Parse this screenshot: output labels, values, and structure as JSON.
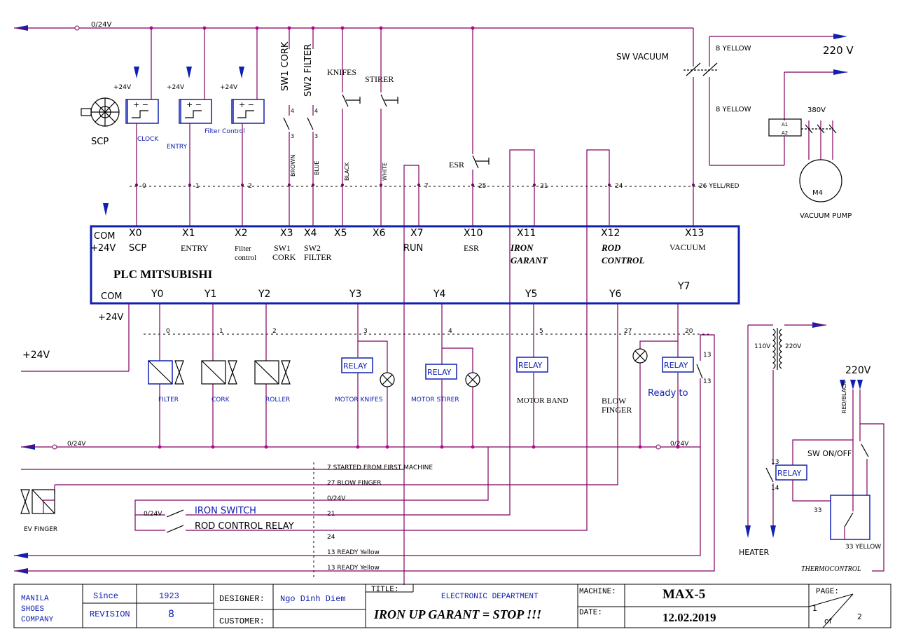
{
  "power": {
    "rail_top": "0/24V",
    "rail_bottom_left": "0/24V",
    "rail_bottom_right": "0/24V",
    "supply_220_top": "220 V",
    "plus24_scp": "+24V",
    "plus24_entry": "+24V",
    "plus24_filter": "+24V",
    "plus24_com_in": "+24V",
    "plus24_com_out": "+24V",
    "plus24_left": "+24V",
    "supply_220_right": "220V"
  },
  "inputs": {
    "scp_label": "SCP",
    "clock_label": "CLOCK",
    "entry_label": "ENTRY",
    "filter_control_label": "Filter Control",
    "sw1": "SW1 CORK",
    "sw2": "SW2 FILTER",
    "knifes": "KNIFES",
    "stirer": "STIRER",
    "esr": "ESR",
    "sw_vacuum": "SW VACUUM",
    "yellow_a": "8  YELLOW",
    "yellow_b": "8  YELLOW",
    "v380": "380V",
    "m4": "M4",
    "vacuum_pump": "VACUUM PUMP",
    "a1": "A1",
    "a2": "A2",
    "pin4a": "4",
    "pin3a": "3",
    "pin4b": "4",
    "pin3b": "3",
    "brown": "BROWN",
    "blue": "BLUE",
    "black": "BLACK",
    "white": "WHITE"
  },
  "terminals_in": [
    "0",
    "1",
    "2",
    "7",
    "25",
    "21",
    "24",
    "26 YELL/RED"
  ],
  "terminals_out": [
    "0",
    "1",
    "2",
    "3",
    "4",
    "5",
    "27",
    "20"
  ],
  "plc": {
    "title": "PLC MITSUBISHI",
    "com_in": "COM",
    "com_out": "COM",
    "in_addr": [
      "X0",
      "X1",
      "X2",
      "X3",
      "X4",
      "X5",
      "X6",
      "X7",
      "X10",
      "X11",
      "X12",
      "X13"
    ],
    "in_desc": {
      "x0": "SCP",
      "x1": "ENTRY",
      "x2a": "Filter",
      "x2b": "control",
      "x3a": "SW1",
      "x3b": "CORK",
      "x4a": "SW2",
      "x4b": "FILTER",
      "x7": "RUN",
      "x10": "ESR",
      "x11a": "IRON",
      "x11b": "GARANT",
      "x12a": "ROD",
      "x12b": "CONTROL",
      "x13": "VACUUM"
    },
    "out_addr": [
      "Y0",
      "Y1",
      "Y2",
      "Y3",
      "Y4",
      "Y5",
      "Y6",
      "Y7"
    ]
  },
  "outputs": {
    "filter": "FILTER",
    "cork": "CORK",
    "roller": "ROLLER",
    "motor_knifes": "MOTOR KNIFES",
    "motor_stirer": "MOTOR STIRER",
    "motor_band": "MOTOR BAND",
    "blow_a": "BLOW",
    "blow_b": "FINGER",
    "ready": "Ready to",
    "relay": "RELAY",
    "n13a": "13",
    "n13b": "13"
  },
  "bottom": {
    "started": "7 STARTED FROM FIRST MACHINE",
    "blow_finger": "27 BLOW FINGER",
    "v0_24": "0/24V",
    "v0_24_switch": "0/24V",
    "iron_switch": "IRON SWITCH",
    "rod_relay": "ROD CONTROL RELAY",
    "n21": "21",
    "n24": "24",
    "ready1": "13 READY Yellow",
    "ready2": "13 READY Yellow",
    "ev_finger": "EV FINGER"
  },
  "heater": {
    "v110": "110V",
    "v220": "220V",
    "red_black": "RED/BLACK",
    "sw_onoff": "SW ON/OFF",
    "n13": "13",
    "n14": "14",
    "relay": "RELAY",
    "n33": "33",
    "n33_yellow": "33 YELLOW",
    "heater": "HEATER",
    "thermocontrol": "THERMOCONTROL"
  },
  "title_block": {
    "company1": "MANILA",
    "company2": "SHOES",
    "company3": "COMPANY",
    "since_label": "Since",
    "since_value": "1923",
    "revision_label": "REVISION",
    "revision_value": "8",
    "designer_label": "DESIGNER:",
    "designer_value": "Ngo Dinh Diem",
    "customer_label": "CUSTOMER:",
    "title_label": "TITLE:",
    "department": "ELECTRONIC DEPARTMENT",
    "title_value": "IRON UP GARANT = STOP !!!",
    "machine_label": "MACHINE:",
    "machine_value": "MAX-5",
    "date_label": "DATE:",
    "date_value": "12.02.2019",
    "page_label": "PAGE:",
    "page_num": "1",
    "page_of": "of",
    "page_total": "2"
  },
  "colors": {
    "wire": "#800060",
    "plc_border": "#1020b0",
    "node": "#c000a0"
  }
}
